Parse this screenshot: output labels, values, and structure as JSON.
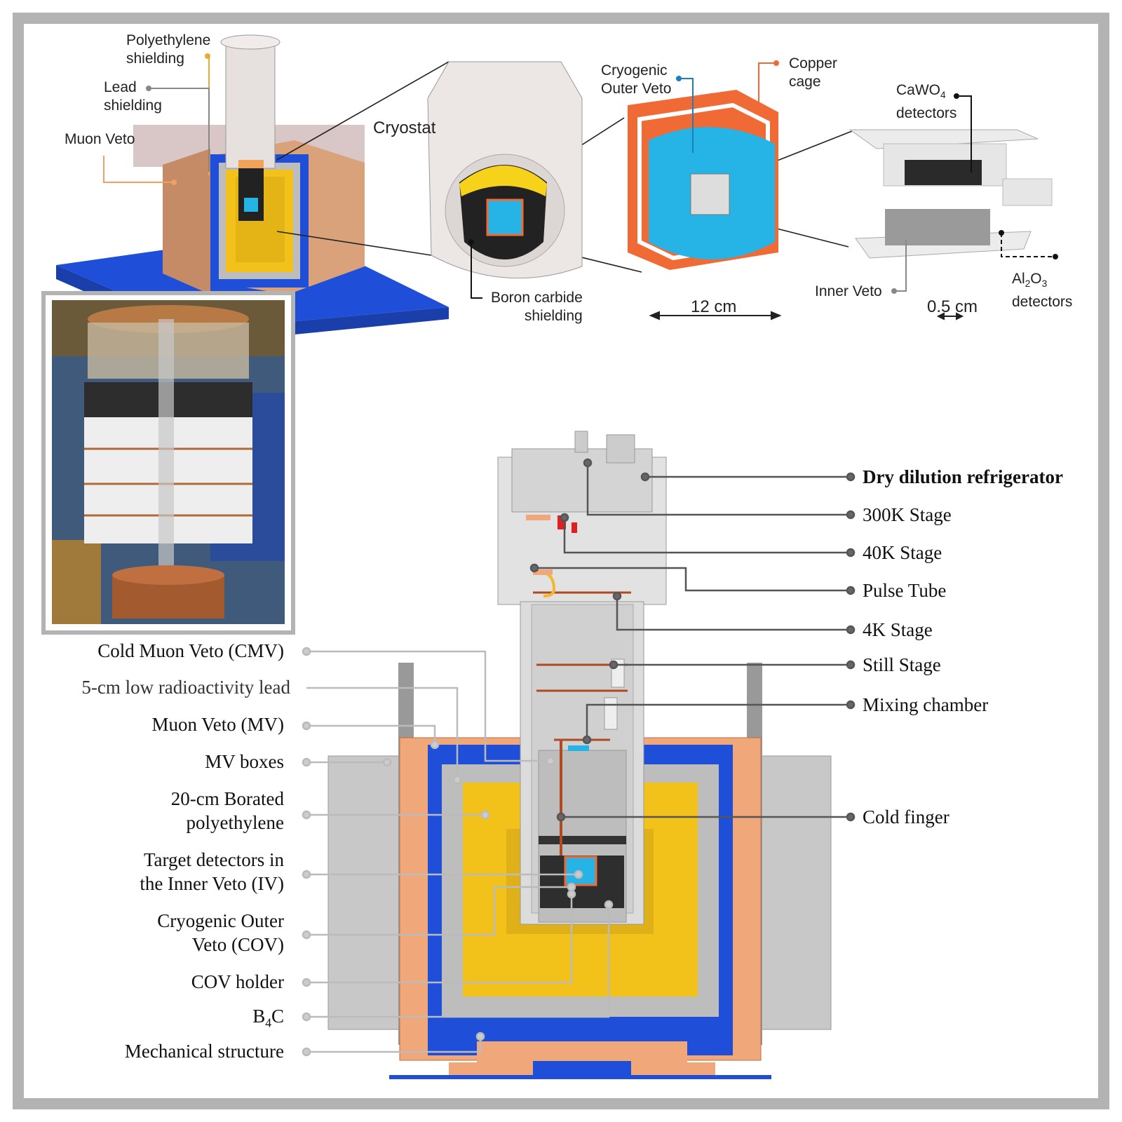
{
  "top_labels": {
    "polyethylene_shielding": [
      "Polyethylene",
      "shielding"
    ],
    "lead_shielding": [
      "Lead",
      "shielding"
    ],
    "muon_veto": "Muon Veto",
    "cryostat": "Cryostat",
    "boron_carbide": [
      "Boron carbide",
      "shielding"
    ],
    "cryogenic_outer_veto": [
      "Cryogenic",
      "Outer Veto"
    ],
    "copper_cage": [
      "Copper",
      "cage"
    ],
    "cawo4": {
      "main": "CaWO",
      "sub": "4",
      "line2": "detectors"
    },
    "inner_veto": "Inner Veto",
    "al2o3": {
      "a": "Al",
      "sub1": "2",
      "b": "O",
      "sub2": "3",
      "line2": "detectors"
    },
    "scale_12cm": "12 cm",
    "scale_05cm": "0.5 cm"
  },
  "right_labels": [
    {
      "text": "Dry dilution refrigerator",
      "bold": true
    },
    {
      "text": "300K Stage"
    },
    {
      "text": "40K Stage"
    },
    {
      "text": "Pulse Tube"
    },
    {
      "text": "4K Stage"
    },
    {
      "text": "Still Stage"
    },
    {
      "text": "Mixing chamber"
    },
    {
      "text": "Cold finger"
    }
  ],
  "left_labels": [
    [
      "Cold Muon Veto (CMV)"
    ],
    [
      "5-cm low radioactivity lead"
    ],
    [
      "Muon Veto (MV)"
    ],
    [
      "MV boxes"
    ],
    [
      "20-cm Borated",
      "polyethylene"
    ],
    [
      "Target detectors in",
      "the Inner Veto (IV)"
    ],
    [
      "Cryogenic Outer",
      "Veto (COV)"
    ],
    [
      "COV holder"
    ],
    {
      "main": "B",
      "sub": "4",
      "tail": "C"
    },
    [
      "Mechanical structure"
    ]
  ],
  "colors": {
    "frame": "#b3b3b3",
    "copper": "#f0a77a",
    "blue": "#1f4fd8",
    "yellow": "#f2c21b",
    "grey": "#bdbdbd",
    "cyan": "#26b4e6",
    "orange_cage": "#f06a35",
    "leader": "#555555"
  }
}
